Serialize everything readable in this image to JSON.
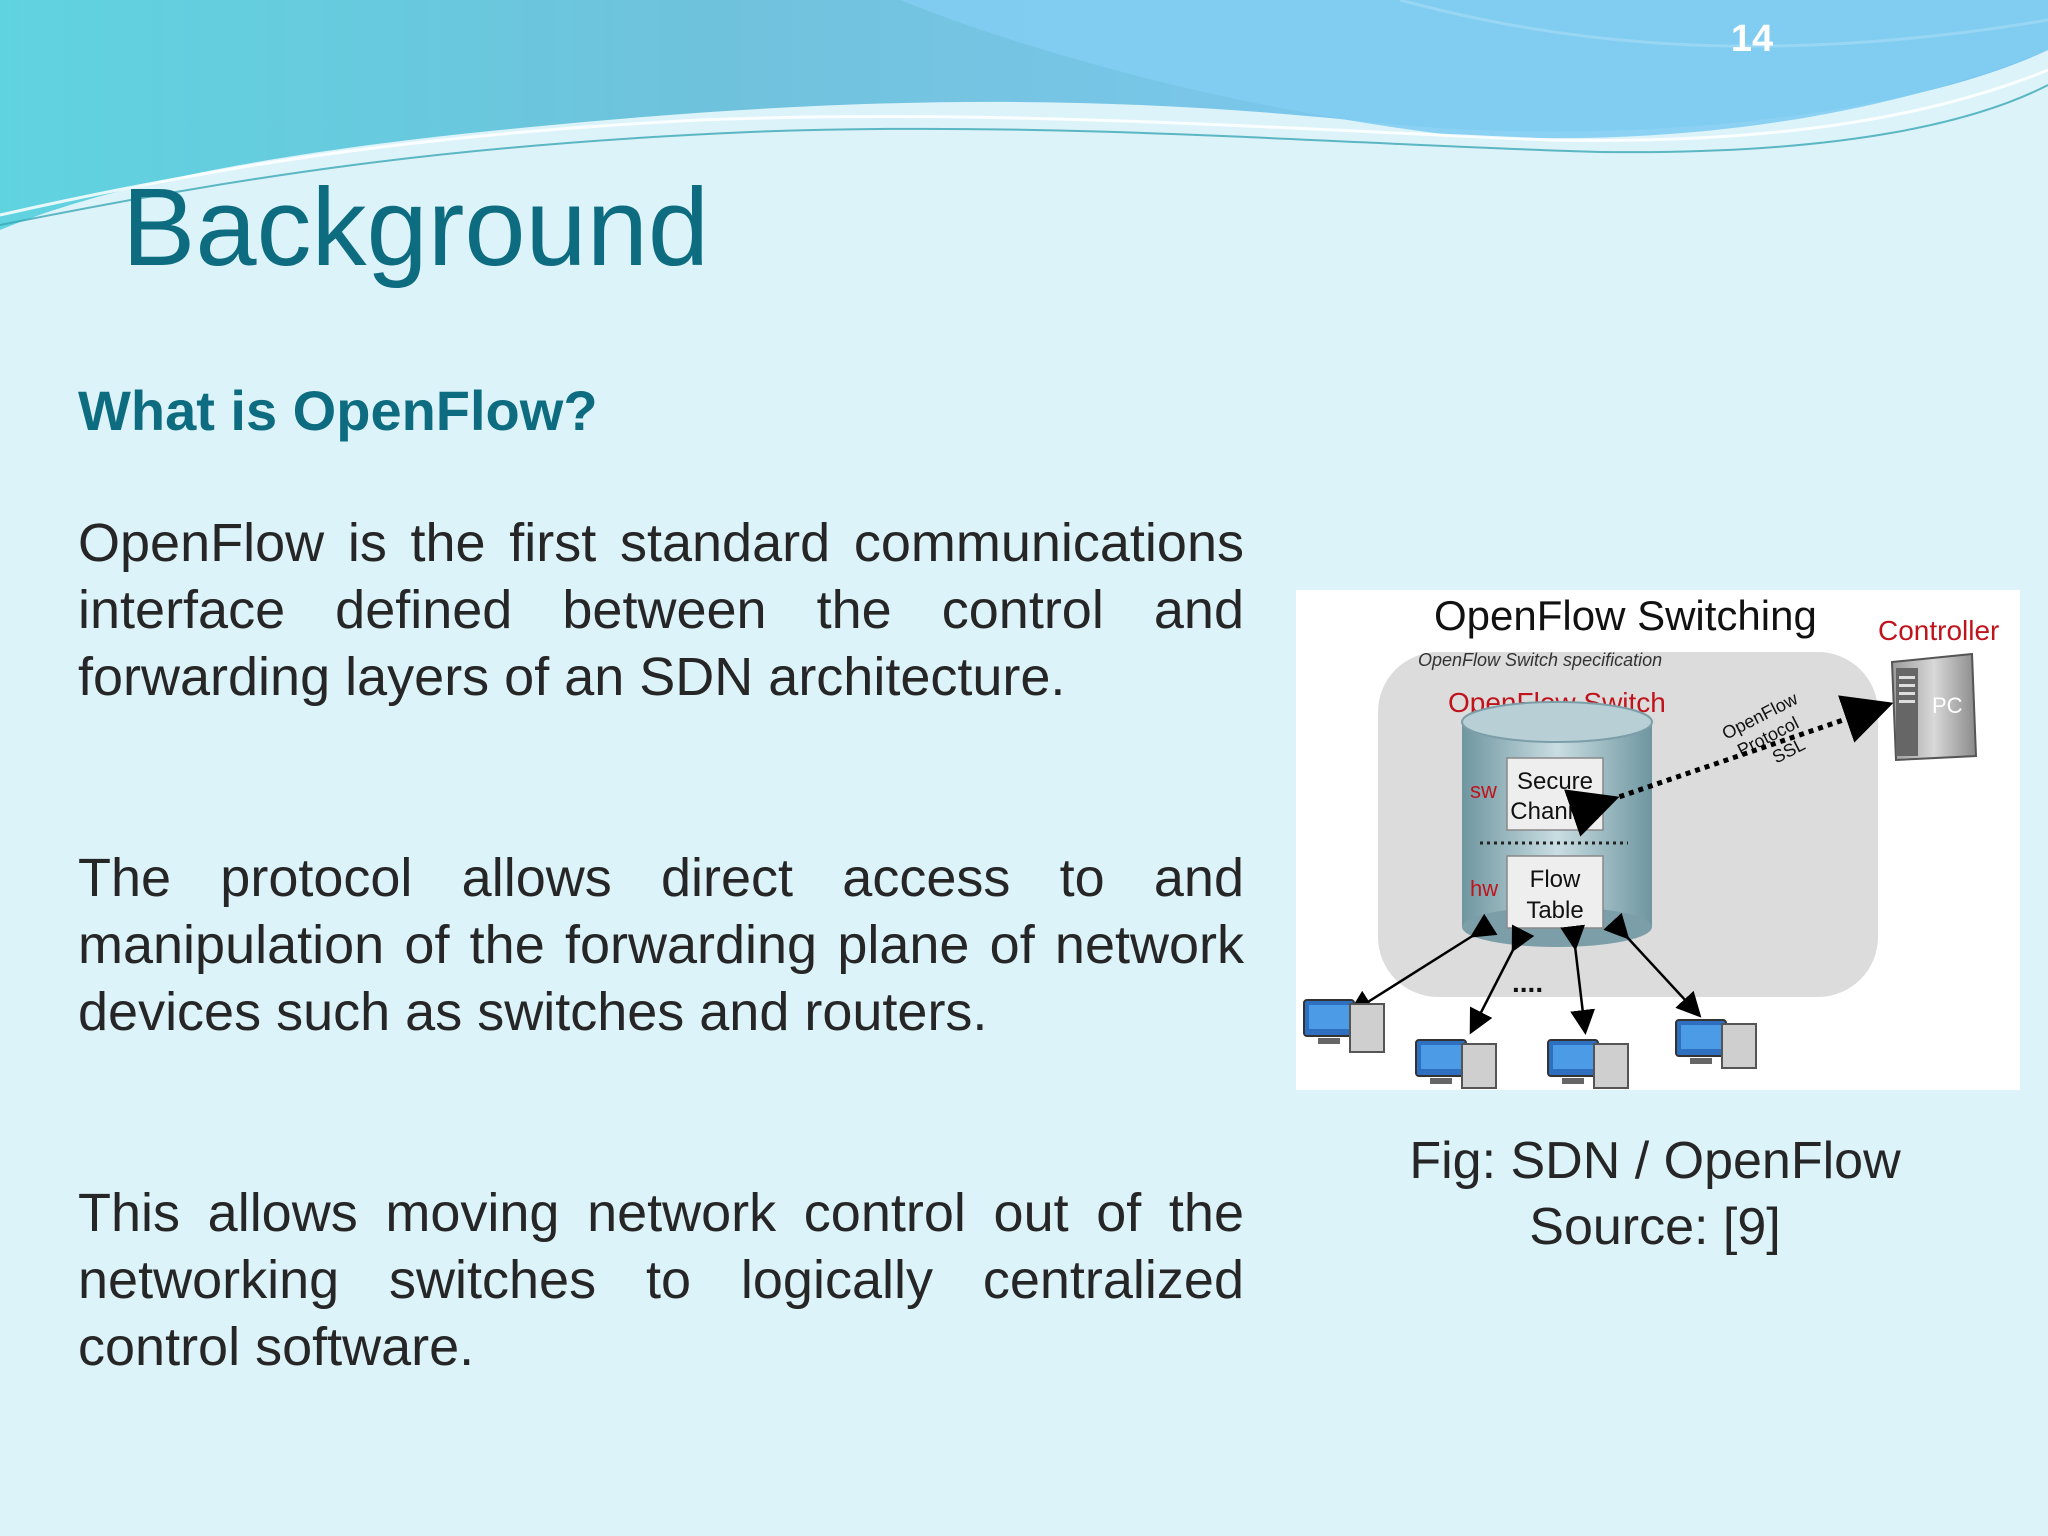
{
  "slide": {
    "number": "14",
    "title": "Background",
    "question": "What is OpenFlow?",
    "paragraphs": [
      "OpenFlow is the first standard communications interface defined between the control and forwarding layers of an SDN architecture.",
      "The protocol allows direct access to and manipulation of the forwarding plane of network devices such as switches and routers.",
      "This allows moving network control out of the networking switches to logically centralized control software."
    ]
  },
  "figure": {
    "heading": "OpenFlow Switching",
    "spec_label": "OpenFlow Switch specification",
    "switch_label": "OpenFlow Switch",
    "controller_label": "Controller",
    "pc_label": "PC",
    "protocol_labels": [
      "OpenFlow",
      "Protocol",
      "SSL"
    ],
    "sw_label": "sw",
    "hw_label": "hw",
    "secure_channel": [
      "Secure",
      "Channel"
    ],
    "flow_table": [
      "Flow",
      "Table"
    ],
    "ellipsis": "....",
    "colors": {
      "red_labels": "#c0141c",
      "cylinder": "#8fb4bd",
      "container": "#dcdcdc"
    }
  },
  "caption": {
    "line1": "Fig: SDN / OpenFlow",
    "line2": "Source: [9]"
  },
  "theme": {
    "background": "#dcf3fa",
    "title_color": "#0e6c80",
    "text_color": "#262626",
    "wave_color": "#7fc9ec"
  }
}
